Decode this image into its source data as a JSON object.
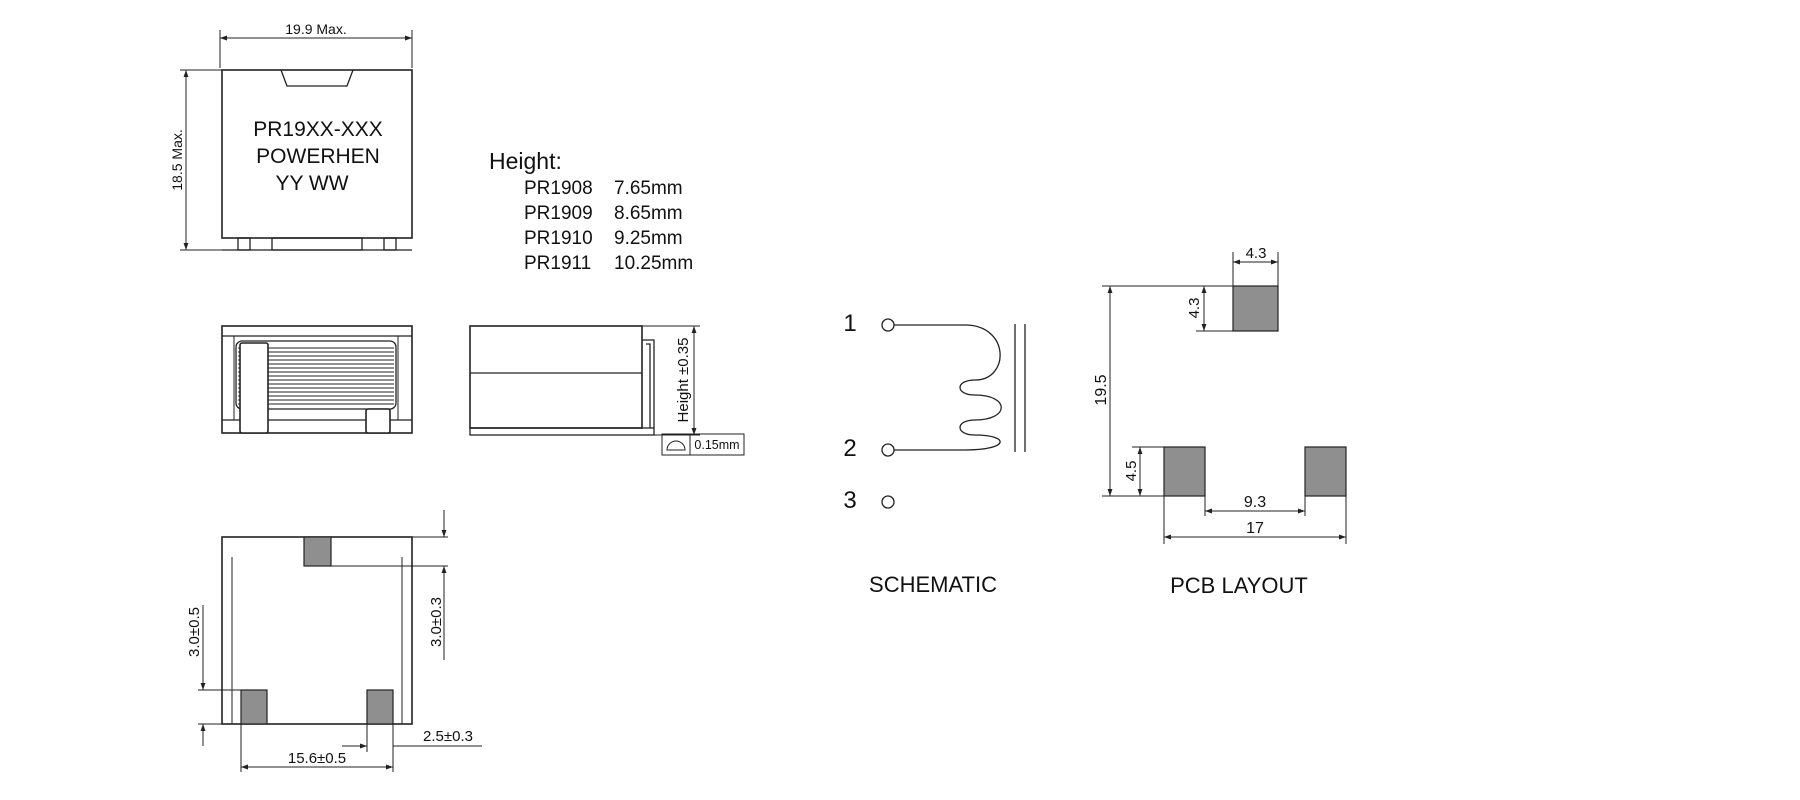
{
  "top_view": {
    "width_dim": "19.9 Max.",
    "height_dim": "18.5 Max.",
    "marking": [
      "PR19XX-XXX",
      "POWERHEN",
      "YY WW"
    ]
  },
  "height_table": {
    "title": "Height:",
    "rows": [
      {
        "part": "PR1908",
        "height": "7.65mm"
      },
      {
        "part": "PR1909",
        "height": "8.65mm"
      },
      {
        "part": "PR1910",
        "height": "9.25mm"
      },
      {
        "part": "PR1911",
        "height": "10.25mm"
      }
    ]
  },
  "side_view": {
    "height_dim": "Height ±0.35",
    "coplanarity": "0.15mm"
  },
  "bottom_view": {
    "left_dim": "3.0±0.5",
    "right_dim": "3.0±0.3",
    "bottom_dim": "15.6±0.5",
    "pad_dim": "2.5±0.3"
  },
  "schematic": {
    "pins": [
      "1",
      "2",
      "3"
    ],
    "caption": "SCHEMATIC"
  },
  "pcb_layout": {
    "dims": {
      "top_width": "4.3",
      "top_height": "4.3",
      "total_height": "19.5",
      "pad_height": "4.5",
      "inner_span": "9.3",
      "total_width": "17"
    },
    "caption": "PCB LAYOUT"
  }
}
